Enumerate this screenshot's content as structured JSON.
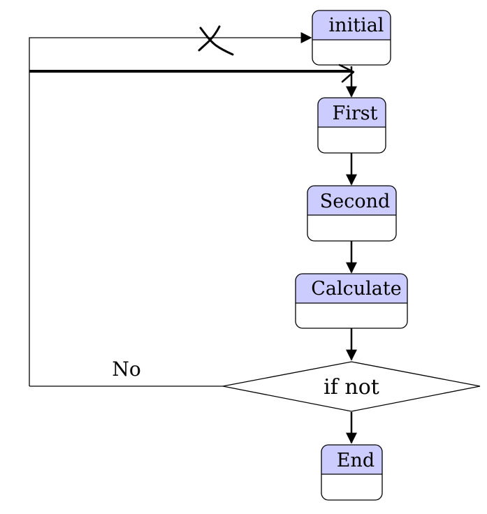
{
  "diagram": {
    "states": [
      {
        "id": "initial",
        "label": "initial"
      },
      {
        "id": "first",
        "label": "First"
      },
      {
        "id": "second",
        "label": "Second"
      },
      {
        "id": "calculate",
        "label": "Calculate"
      },
      {
        "id": "end",
        "label": "End"
      }
    ],
    "decision": {
      "id": "if-not",
      "label": "if not"
    },
    "edge_labels": {
      "no": "No"
    },
    "colors": {
      "state_header": "#ccccff",
      "stroke": "#000000",
      "background": "#ffffff"
    }
  }
}
